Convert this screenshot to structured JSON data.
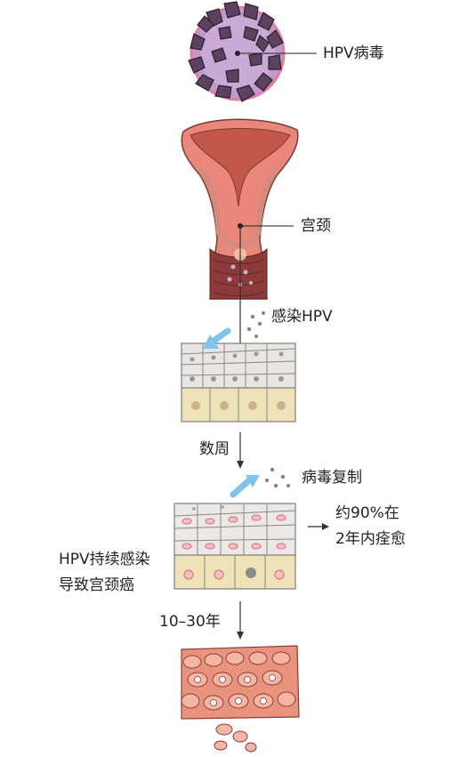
{
  "labels": {
    "virus": "HPV病毒",
    "cervix": "宫颈",
    "infection": "感染HPV",
    "weeks": "数周",
    "replication": "病毒复制",
    "clearance_line1": "约90%在",
    "clearance_line2": "2年内痊愈",
    "persistent_line1": "HPV持续感染",
    "persistent_line2": "导致宫颈癌",
    "years": "10–30年"
  },
  "colors": {
    "virus_body": "#b98fc4",
    "virus_spikes": "#5a3f5c",
    "uterus": "#e8877a",
    "cervix_inner": "#8c3b3a",
    "cells_top": "#e7e6e4",
    "cells_bottom": "#efe1b8",
    "cancer_cells": "#e9937f",
    "arrow_blue": "#7ec3ea"
  }
}
